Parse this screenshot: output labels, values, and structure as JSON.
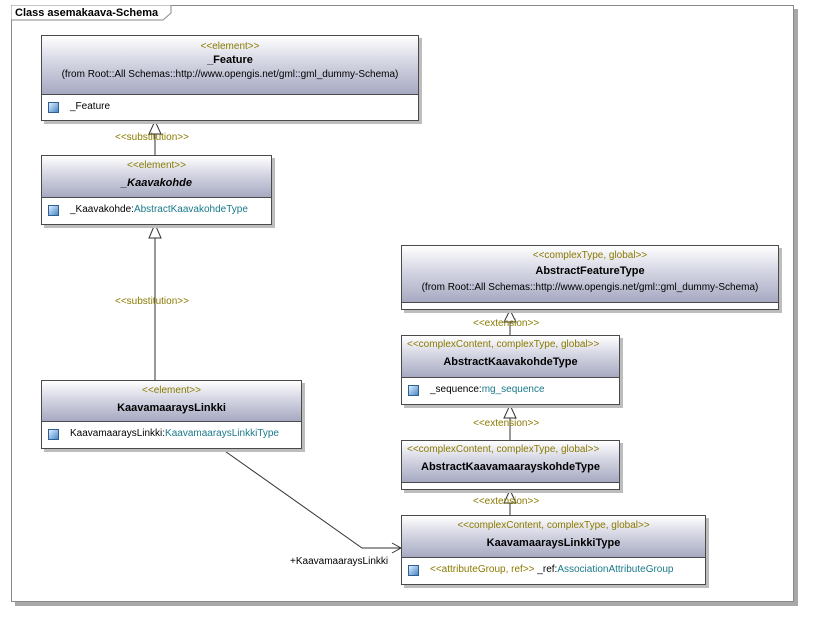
{
  "frame": {
    "title": "Class asemakaava-Schema"
  },
  "classes": {
    "feature": {
      "stereotype": "<<element>>",
      "name": "_Feature",
      "from": "(from Root::All Schemas::http://www.opengis.net/gml::gml_dummy-Schema)",
      "attr_name": "_Feature"
    },
    "kaavakohde": {
      "stereotype": "<<element>>",
      "name": "_Kaavakohde",
      "attr_name": "_Kaavakohde:",
      "attr_type": "AbstractKaavakohdeType"
    },
    "linkki": {
      "stereotype": "<<element>>",
      "name": "KaavamaaraysLinkki",
      "attr_name": "KaavamaaraysLinkki:",
      "attr_type": "KaavamaaraysLinkkiType"
    },
    "abstract_feature_type": {
      "stereotype": "<<complexType, global>>",
      "name": "AbstractFeatureType",
      "from": "(from Root::All Schemas::http://www.opengis.net/gml::gml_dummy-Schema)"
    },
    "abstract_kaavakohde_type": {
      "stereotype": "<<complexContent, complexType, global>>",
      "name": "AbstractKaavakohdeType",
      "attr_name": "_sequence:",
      "attr_type": "mg_sequence"
    },
    "abstract_kaavamaarayskohde_type": {
      "stereotype": "<<complexContent, complexType, global>>",
      "name": "AbstractKaavamaarayskohdeType"
    },
    "linkki_type": {
      "stereotype": "<<complexContent, complexType, global>>",
      "name": "KaavamaaraysLinkkiType",
      "attr_stereotype": "<<attributeGroup, ref>>",
      "attr_name": "_ref:",
      "attr_type": "AssociationAttributeGroup"
    }
  },
  "relations": {
    "substitution_1": "<<substitution>>",
    "substitution_2": "<<substitution>>",
    "extension_1": "<<extension>>",
    "extension_2": "<<extension>>",
    "extension_3": "<<extension>>",
    "association_role": "+KaavamaaraysLinkki"
  }
}
